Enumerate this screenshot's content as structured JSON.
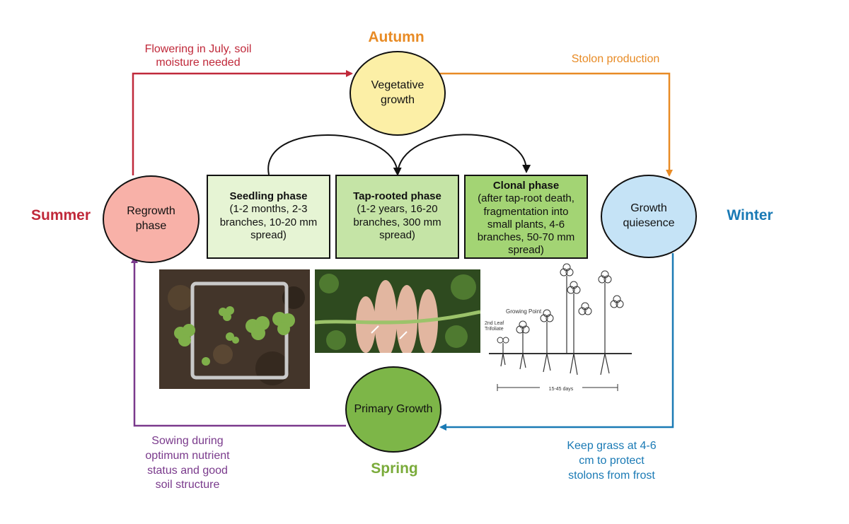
{
  "seasons": {
    "autumn": "Autumn",
    "summer": "Summer",
    "winter": "Winter",
    "spring": "Spring"
  },
  "nodes": {
    "vegetative": "Vegetative\ngrowth",
    "regrowth": "Regrowth\nphase",
    "quiesence": "Growth\nquiesence",
    "primary": "Primary Growth"
  },
  "annotations": {
    "flowering": "Flowering in July, soil\nmoisture needed",
    "stolon": "Stolon production",
    "keep_grass": "Keep grass at 4-6\ncm to protect\nstolons from frost",
    "sowing": "Sowing during\noptimum nutrient\nstatus and good\nsoil structure"
  },
  "phases": [
    {
      "title": "Seedling phase",
      "detail": "(1-2 months, 2-3\nbranches, 10-20 mm\nspread)"
    },
    {
      "title": "Tap-rooted phase",
      "detail": "(1-2 years, 16-20\nbranches, 300 mm\nspread)"
    },
    {
      "title": "Clonal phase",
      "detail": "(after tap-root death,\nfragmentation into\nsmall plants, 4-6\nbranches, 50-70 mm\nspread)"
    }
  ],
  "illustration": {
    "growing_point": "Growing Point",
    "leaf_label": "2nd Leaf\nTrifoliate",
    "duration": "15-45 days"
  },
  "colors": {
    "summer": "#c0293a",
    "autumn": "#e88b25",
    "winter": "#1a7ab5",
    "spring": "#7aab3a",
    "sowing": "#7a3a8c",
    "vegetative_fill": "#fcefa6",
    "regrowth_fill": "#f8b1a8",
    "quiesence_fill": "#c5e3f6",
    "primary_fill": "#7db648",
    "seedling_fill": "#e6f4d4",
    "taproot_fill": "#c5e4a6",
    "clonal_fill": "#a3d474"
  },
  "icons": [
    "quadrat-seedlings-photo",
    "hand-stolon-photo",
    "clover-growth-sketch"
  ]
}
